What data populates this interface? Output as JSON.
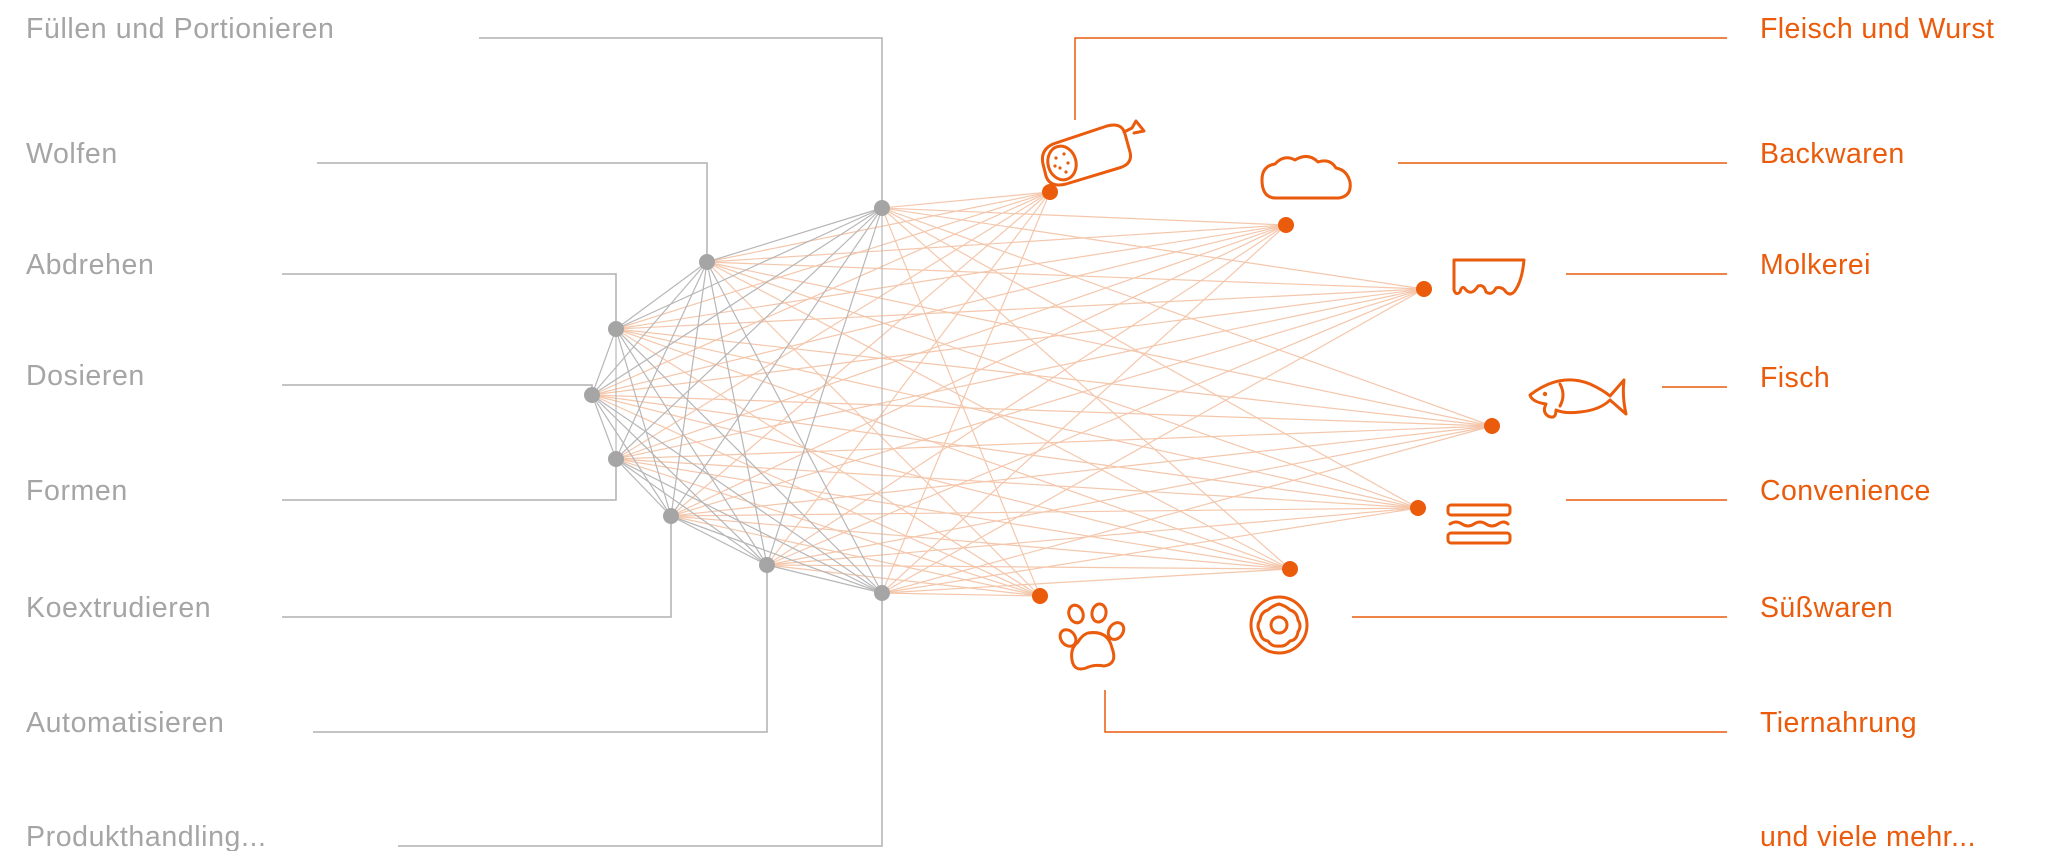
{
  "diagram": {
    "processes": [
      {
        "key": "fuellen",
        "label": "Füllen und Portionieren"
      },
      {
        "key": "wolfen",
        "label": "Wolfen"
      },
      {
        "key": "abdrehen",
        "label": "Abdrehen"
      },
      {
        "key": "dosieren",
        "label": "Dosieren"
      },
      {
        "key": "formen",
        "label": "Formen"
      },
      {
        "key": "koextrudieren",
        "label": "Koextrudieren"
      },
      {
        "key": "automatisieren",
        "label": "Automatisieren"
      },
      {
        "key": "produkthandling",
        "label": "Produkthandling..."
      }
    ],
    "industries": [
      {
        "key": "fleisch",
        "label": "Fleisch und Wurst",
        "icon": "sausage-icon"
      },
      {
        "key": "backwaren",
        "label": "Backwaren",
        "icon": "bread-icon"
      },
      {
        "key": "molkerei",
        "label": "Molkerei",
        "icon": "udder-icon"
      },
      {
        "key": "fisch",
        "label": "Fisch",
        "icon": "fish-icon"
      },
      {
        "key": "convenience",
        "label": "Convenience",
        "icon": "sandwich-icon"
      },
      {
        "key": "suesswaren",
        "label": "Süßwaren",
        "icon": "donut-icon"
      },
      {
        "key": "tiernahrung",
        "label": "Tiernahrung",
        "icon": "paw-icon"
      },
      {
        "key": "mehr",
        "label": "und viele mehr..."
      }
    ],
    "colors": {
      "process": "#a5a5a5",
      "industry": "#ea5b0c",
      "process_edge": "#b7b7b7",
      "mixed_edge": "#f4c7ac"
    }
  }
}
